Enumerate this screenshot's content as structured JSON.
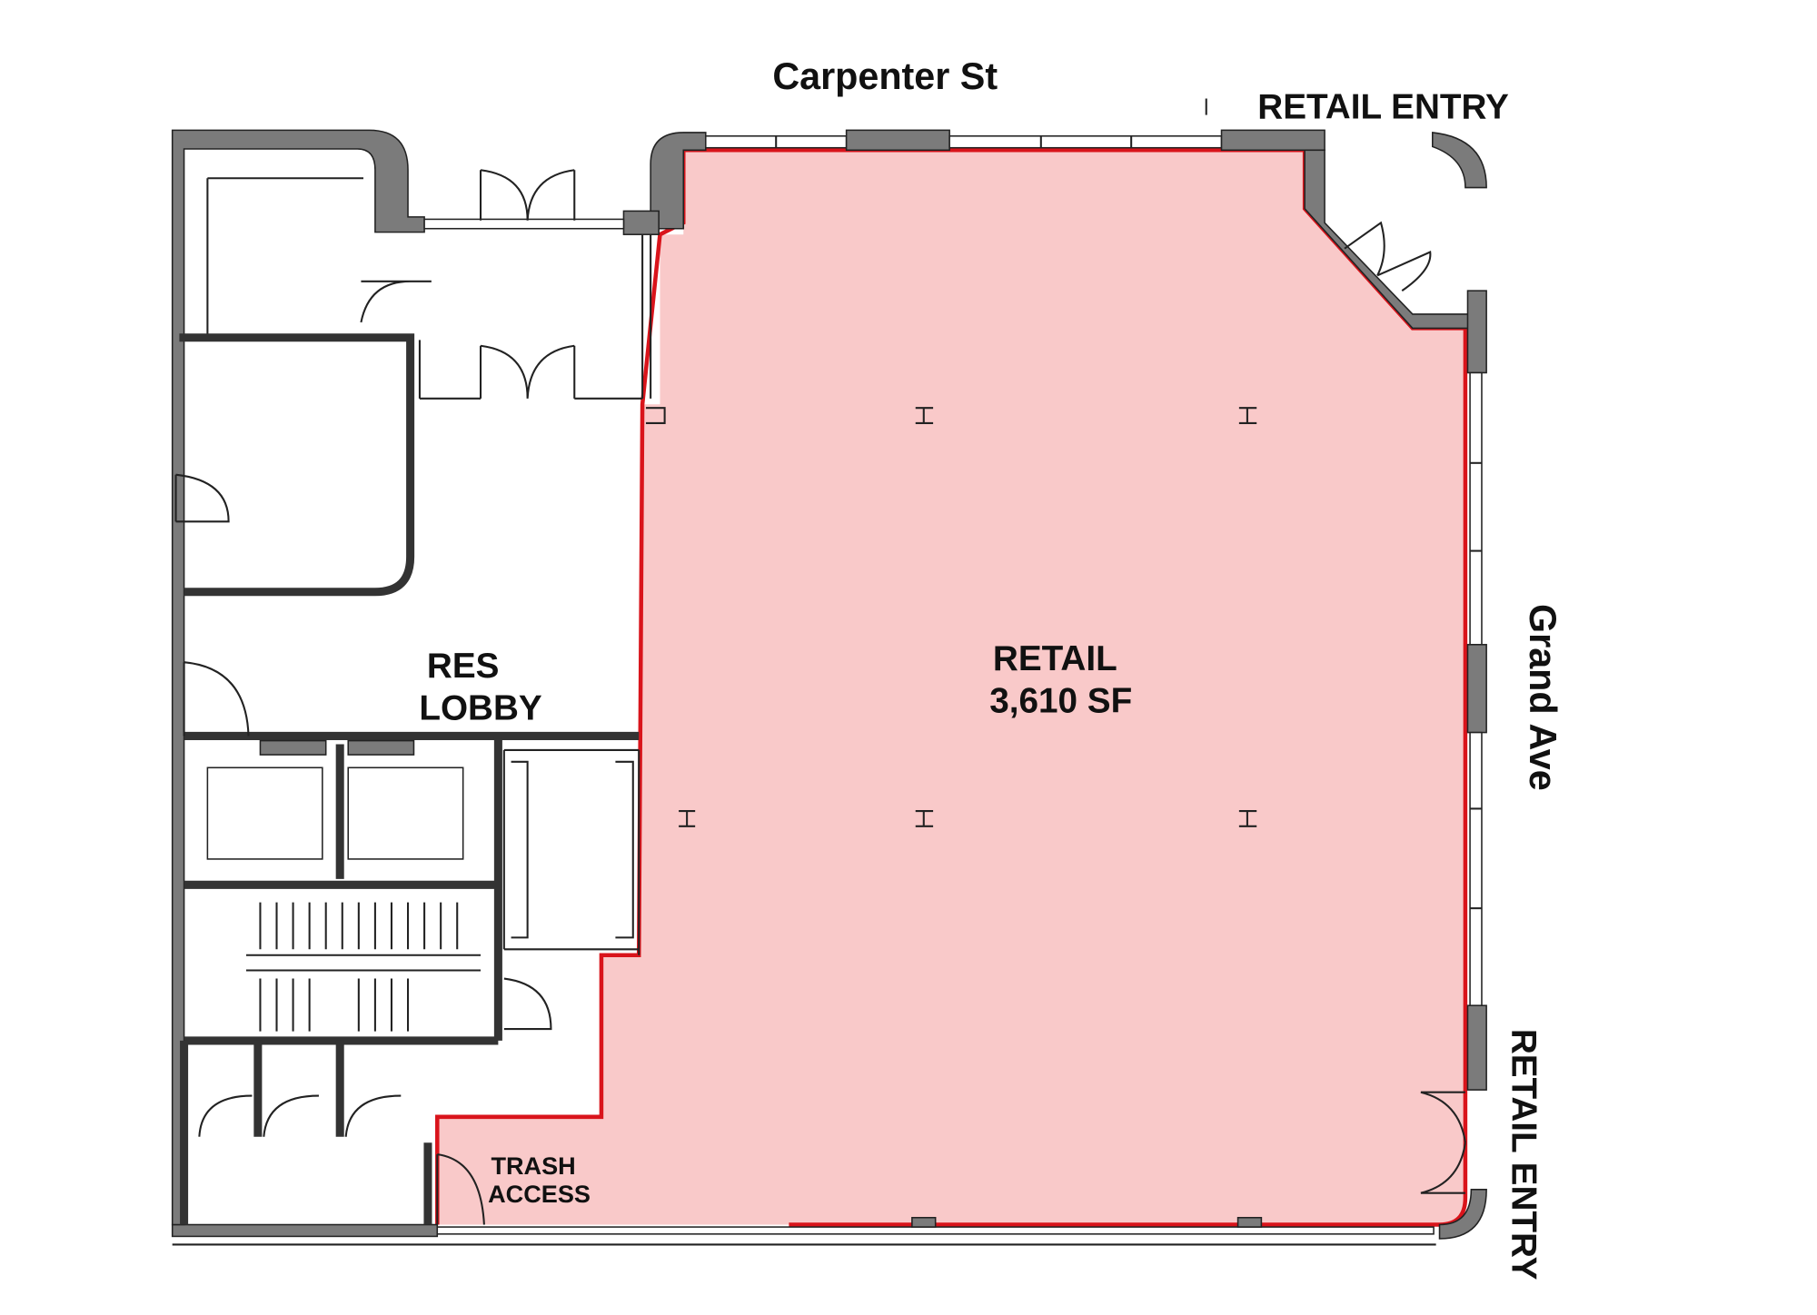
{
  "streets": {
    "north": "Carpenter St",
    "east": "Grand Ave"
  },
  "entries": {
    "corner": "RETAIL ENTRY",
    "east": "RETAIL ENTRY"
  },
  "spaces": {
    "retail_name": "RETAIL",
    "retail_area": "3,610 SF",
    "lobby_line1": "RES",
    "lobby_line2": "LOBBY",
    "trash_line1": "TRASH",
    "trash_line2": "ACCESS"
  },
  "colors": {
    "retail_fill": "#f9c9c9",
    "retail_outline": "#d9141b",
    "wall": "#7b7b7b"
  }
}
